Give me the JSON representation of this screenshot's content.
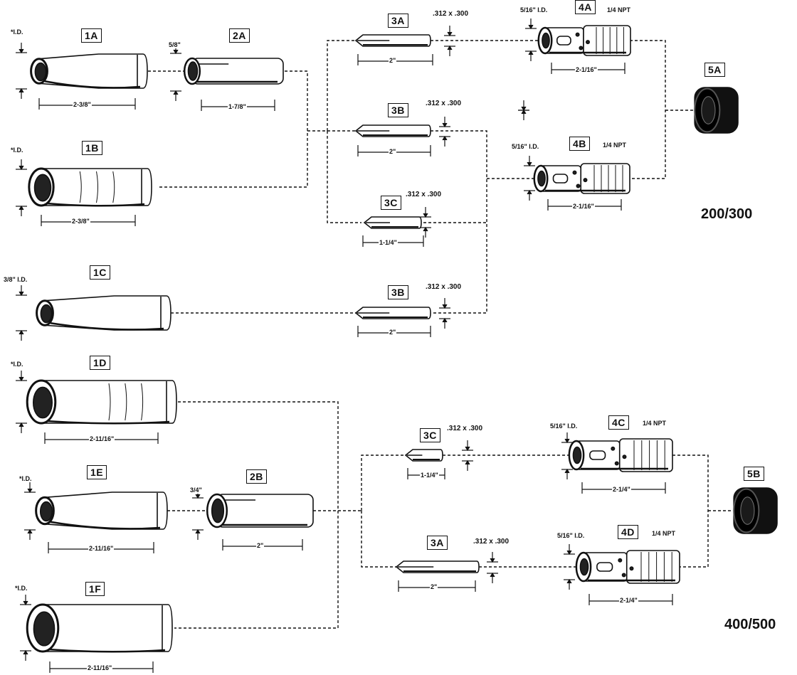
{
  "groups": {
    "upper": "200/300",
    "lower": "400/500"
  },
  "labels": {
    "n1A": "1A",
    "n1B": "1B",
    "n1C": "1C",
    "n1D": "1D",
    "n1E": "1E",
    "n1F": "1F",
    "n2A": "2A",
    "n2B": "2B",
    "n3A_top": "3A",
    "n3B_top": "3B",
    "n3C_top": "3C",
    "n3B_low": "3B",
    "n3C_bot": "3C",
    "n3A_bot": "3A",
    "n4A": "4A",
    "n4B": "4B",
    "n4C": "4C",
    "n4D": "4D",
    "n5A": "5A",
    "n5B": "5B"
  },
  "dims": {
    "d1A_id": "*I.D.",
    "d1A_len": "2-3/8\"",
    "d2A_id": "5/8\"",
    "d2A_len": "1-7/8\"",
    "d1B_id": "*I.D.",
    "d1B_len": "2-3/8\"",
    "d1C_id": "3/8\" I.D.",
    "d1D_id": "*I.D.",
    "d1D_len": "2-11/16\"",
    "d1E_id": "*I.D.",
    "d1E_len": "2-11/16\"",
    "d2B_id": "3/4\"",
    "d2B_len": "2\"",
    "d1F_id": "*I.D.",
    "d1F_len": "2-11/16\"",
    "d3A_top_spec": ".312 x .300",
    "d3A_top_len": "2\"",
    "d3B_top_spec": ".312 x .300",
    "d3B_top_len": "2\"",
    "d3C_top_spec": ".312 x .300",
    "d3C_top_len": "1-1/4\"",
    "d3B_low_spec": ".312 x .300",
    "d3B_low_len": "2\"",
    "d3C_bot_spec": ".312 x .300",
    "d3C_bot_len": "1-1/4\"",
    "d3A_bot_spec": ".312 x .300",
    "d3A_bot_len": "2\"",
    "d4A_id": "5/16\" I.D.",
    "d4A_npt": "1/4 NPT",
    "d4A_len": "2-1/16\"",
    "d4B_id": "5/16\" I.D.",
    "d4B_npt": "1/4 NPT",
    "d4B_len": "2-1/16\"",
    "d4C_id": "5/16\" I.D.",
    "d4C_npt": "1/4 NPT",
    "d4C_len": "2-1/4\"",
    "d4D_id": "5/16\" I.D.",
    "d4D_npt": "1/4 NPT",
    "d4D_len": "2-1/4\""
  }
}
